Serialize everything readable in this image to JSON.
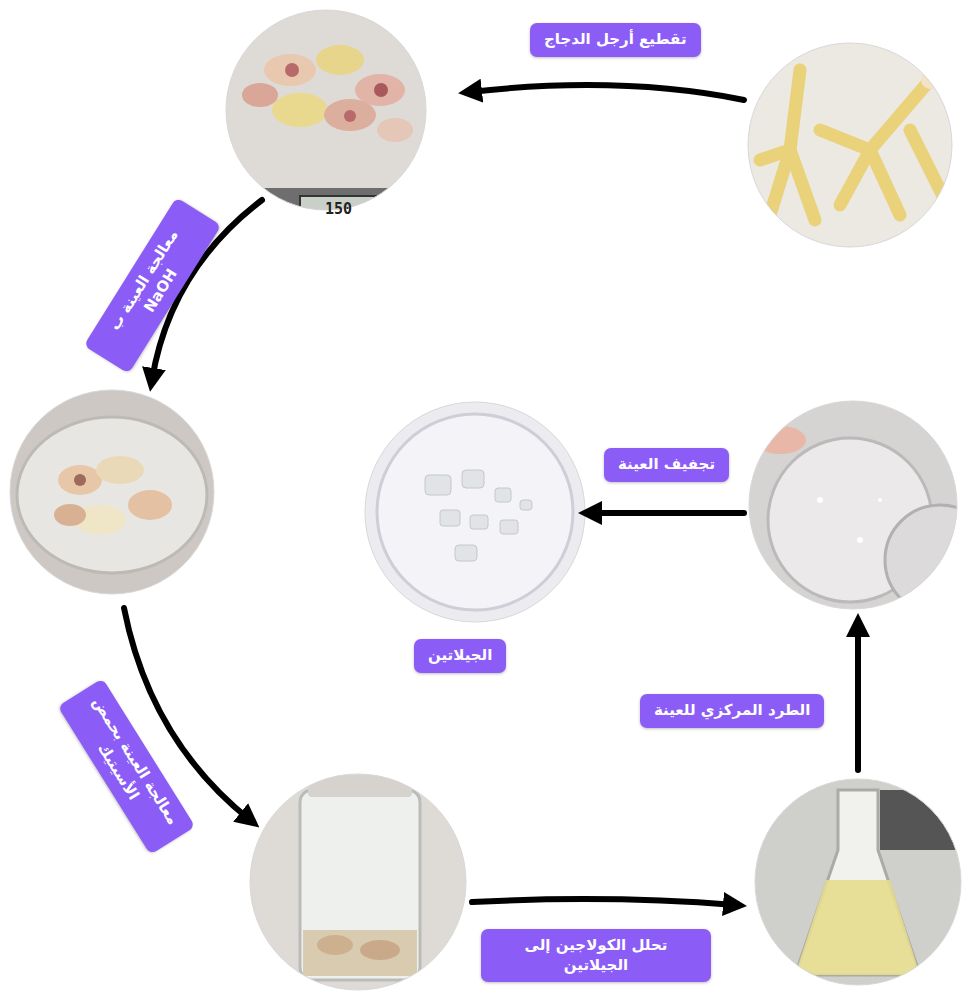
{
  "diagram": {
    "nodes": [
      {
        "text": [
          "تقطيع أرجل الدجاج"
        ]
      },
      {
        "text": [
          "معالجة العينة ب NaOH"
        ]
      },
      {
        "text": [
          "معالجة العينة بحمض الأسيتيك"
        ]
      },
      {
        "text": [
          "تحلل الكولاجين إلى الجيلاتين"
        ]
      },
      {
        "text": [
          "الطرد المركزي للعينة"
        ]
      },
      {
        "text": [
          "تجفيف العينة"
        ]
      },
      {
        "text": [
          "الجيلاتين"
        ]
      }
    ],
    "labels": [
      "150"
    ]
  }
}
